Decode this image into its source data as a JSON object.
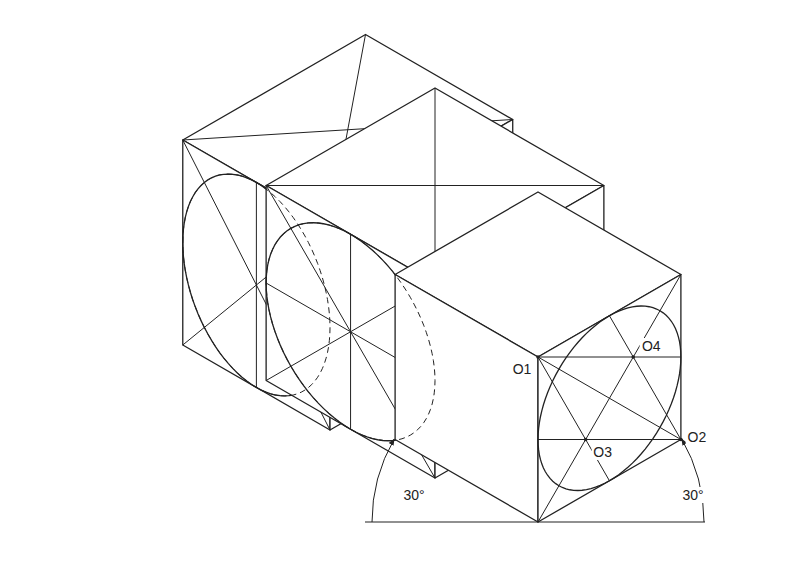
{
  "diagram": {
    "labels": [
      "O1",
      "O4",
      "O3",
      "O2",
      "30°",
      "30°"
    ]
  }
}
